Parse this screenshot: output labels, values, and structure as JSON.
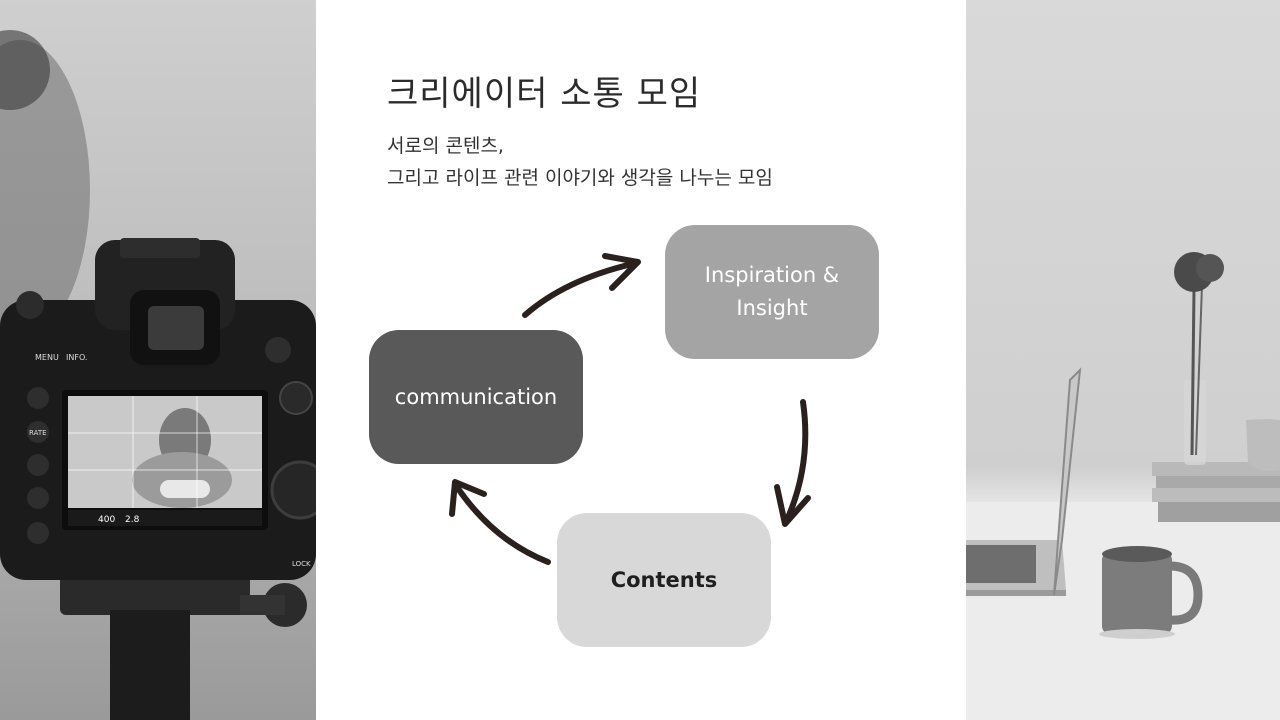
{
  "slide": {
    "title": "크리에이터 소통 모임",
    "subtitle_lines": [
      "서로의 콘텐츠,",
      "그리고 라이프 관련 이야기와 생각을 나누는 모임"
    ]
  },
  "cycle": {
    "nodes": {
      "inspiration": [
        "Inspiration &",
        "Insight"
      ],
      "communication": "communication",
      "contents": "Contents"
    }
  },
  "camera_labels": {
    "menu": "MENU",
    "info": "INFO.",
    "rate": "RATE",
    "iso": "400",
    "aperture": "2.8",
    "lock": "LOCK"
  },
  "colors": {
    "node_inspiration": "#a4a4a4",
    "node_communication": "#595959",
    "node_contents": "#d8d8d8",
    "arrow": "#2a201e"
  }
}
